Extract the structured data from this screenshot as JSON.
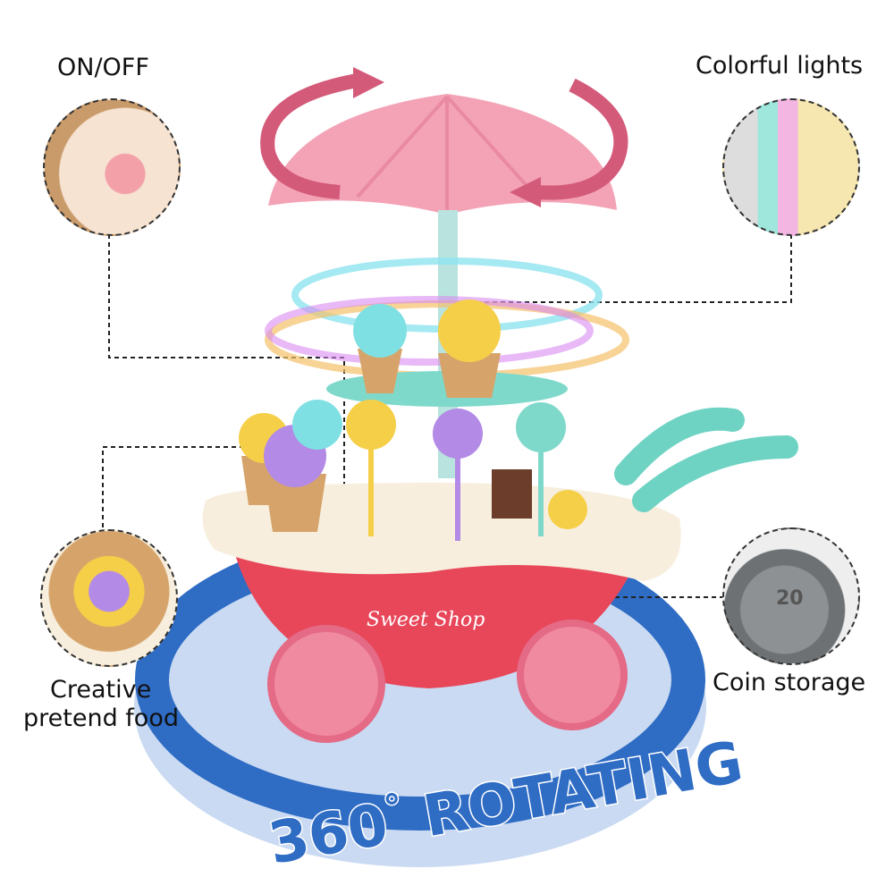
{
  "callouts": {
    "on_off": "ON/OFF",
    "colorful_lights": "Colorful lights",
    "creative_food_line1": "Creative",
    "creative_food_line2": "pretend food",
    "coin_storage": "Coin storage"
  },
  "banner": {
    "number": "360",
    "degree": "°",
    "word": "ROTATING"
  },
  "product": {
    "cart_text": "Sweet Shop",
    "coin_value": "20"
  },
  "colors": {
    "ring_blue": "#2f6cc4",
    "ring_light": "#c9daf2",
    "cart_red": "#e8475a",
    "canopy_pink": "#f4a3b6",
    "arrow_pink": "#d45a7a",
    "mint": "#6fd3c4"
  }
}
